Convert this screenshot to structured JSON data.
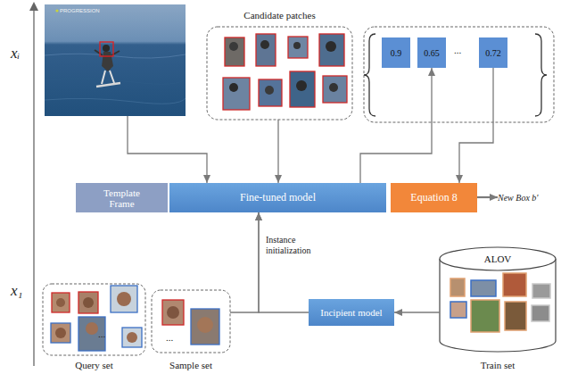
{
  "diagram": {
    "nodes": [
      {
        "text": [
          "PROGRESSION"
        ]
      },
      {
        "text": [
          "Candidate patches"
        ]
      },
      {
        "text": [
          "0.9"
        ]
      },
      {
        "text": [
          "0.65"
        ]
      },
      {
        "text": [
          "0.72"
        ]
      },
      {
        "text": [
          "Template Frame"
        ]
      },
      {
        "text": [
          "Fine-tuned model"
        ]
      },
      {
        "text": [
          "Equation 8"
        ]
      },
      {
        "text": [
          "New Box b'"
        ]
      },
      {
        "text": [
          "Query set"
        ]
      },
      {
        "text": [
          "Sample set"
        ]
      },
      {
        "text": [
          "Incipient model"
        ]
      },
      {
        "text": [
          "ALOV",
          "Train set"
        ]
      }
    ],
    "edges": [
      {
        "from": 0,
        "to": 6,
        "arrow": "to"
      },
      {
        "from": 1,
        "to": 6,
        "arrow": "to"
      },
      {
        "from": 6,
        "to": 3,
        "arrow": "to"
      },
      {
        "from": 4,
        "to": 7,
        "arrow": "to"
      },
      {
        "from": 7,
        "to": 8,
        "arrow": "to"
      },
      {
        "from": 10,
        "to": 6,
        "arrow": "to"
      },
      {
        "from": 11,
        "to": 6,
        "label": "Instance initialization",
        "arrow": "to"
      },
      {
        "from": 12,
        "to": 11,
        "arrow": "to"
      }
    ],
    "labels": [
      "xᵢ",
      "x₁",
      "...",
      "...",
      "..."
    ]
  }
}
